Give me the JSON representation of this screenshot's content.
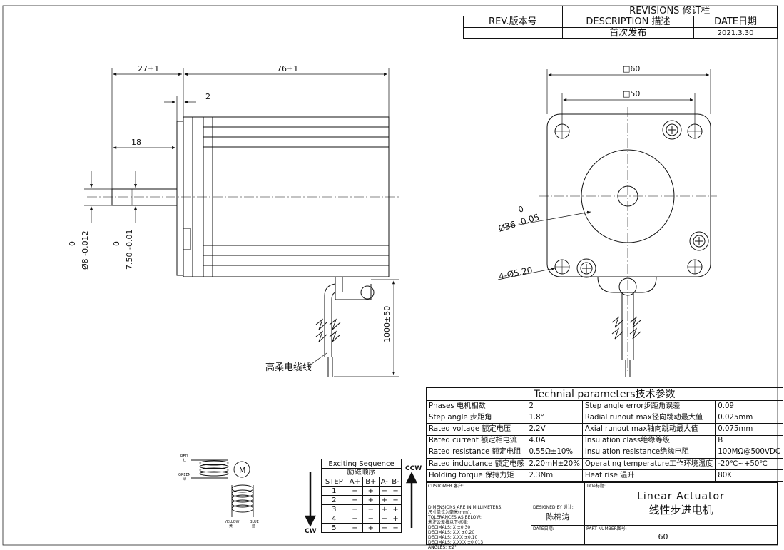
{
  "revisions": {
    "title": "REVISIONS 修订栏",
    "col_rev": "REV.版本号",
    "col_desc": "DESCRIPTION 描述",
    "col_date": "DATE日期",
    "row_desc": "首次发布",
    "row_date": "2021.3.30"
  },
  "side_view": {
    "dim_shaft_length": "27±1",
    "dim_body_length": "76±1",
    "dim_flange": "2",
    "dim_flat": "18",
    "dim_shaft_dia": "Ø8 -0.012",
    "dim_shaft_dia_upper": "0",
    "dim_flat_depth": "7.50 -0.01",
    "dim_flat_depth_upper": "0",
    "dim_cable_length": "1000±50",
    "cable_label": "高柔电缆线"
  },
  "front_view": {
    "dim_square_outer": "□60",
    "dim_square_inner": "□50",
    "dim_boss": "Ø36 -0.05",
    "dim_boss_upper": "0",
    "dim_holes": "4-Ø5.20"
  },
  "tech_params": {
    "title": "Technial parameters技术参数",
    "rows": [
      {
        "l1": "Phases 电机相数",
        "v1": "2",
        "l2": "Step angle error步距角误差",
        "v2": "0.09"
      },
      {
        "l1": "Step angle 步距角",
        "v1": "1.8°",
        "l2": "Radial runout max径向跳动最大值",
        "v2": "0.025mm"
      },
      {
        "l1": "Rated voltage 额定电压",
        "v1": "2.2V",
        "l2": "Axial runout max轴向跳动最大值",
        "v2": "0.075mm"
      },
      {
        "l1": "Rated current 额定相电流",
        "v1": "4.0A",
        "l2": "Insulation class绝缘等级",
        "v2": "B"
      },
      {
        "l1": "Rated resistance 额定电阻",
        "v1": "0.55Ω±10%",
        "l2": "Insulation resistance绝缘电阻",
        "v2": "100MΩ@500VDC"
      },
      {
        "l1": "Rated inductance 额定电感",
        "v1": "2.20mH±20%",
        "l2": "Operating temperature工作环境温度",
        "v2": "-20℃~+50℃"
      },
      {
        "l1": "Holding torque 保持力矩",
        "v1": "2.3Nm",
        "l2": "Heat rise 温升",
        "v2": "80K"
      }
    ]
  },
  "title_block": {
    "customer_label": "CUSTOMER 客户:",
    "title_label": "Title标题:",
    "title_en": "Linear Actuator",
    "title_cn": "线性步进电机",
    "designed_by_label": "DESIGNED BY 设计:",
    "designer": "陈棉涛",
    "date_label": "DATE日期:",
    "part_number_label": "PART NUMBER图号:",
    "part_number": "60",
    "dims_note_1": "DIMENSIONS ARE IN MILLIMETERS.",
    "dims_note_2": "尺寸单位为毫米(mm).",
    "tol_note_1": "TOLERANCES AS BELOW:",
    "tol_note_2": "未注公差按以下标准:",
    "tol_1": "DECIMALS: X    ±0.30",
    "tol_2": "DECIMALS: X.X  ±0.20",
    "tol_3": "DECIMALS: X.XX ±0.10",
    "tol_4": "DECIMALS: X.XXX ±0.013",
    "tol_5": "ANGLES: ±2°"
  },
  "wiring": {
    "red_label": "RED",
    "red_cn": "红",
    "green_label": "GREEN",
    "green_cn": "绿",
    "yellow_label": "YELLOW",
    "yellow_cn": "黄",
    "blue_label": "BLUE",
    "blue_cn": "蓝",
    "motor_symbol": "M"
  },
  "sequence": {
    "title": "Exciting Sequence",
    "title_cn": "励磁顺序",
    "headers": [
      "STEP",
      "A+",
      "B+",
      "A-",
      "B-"
    ],
    "rows": [
      [
        "1",
        "+",
        "+",
        "−",
        "−"
      ],
      [
        "2",
        "−",
        "+",
        "+",
        "−"
      ],
      [
        "3",
        "−",
        "−",
        "+",
        "+"
      ],
      [
        "4",
        "+",
        "−",
        "−",
        "+"
      ],
      [
        "5",
        "+",
        "+",
        "−",
        "−"
      ]
    ],
    "ccw": "CCW",
    "cw": "CW"
  }
}
